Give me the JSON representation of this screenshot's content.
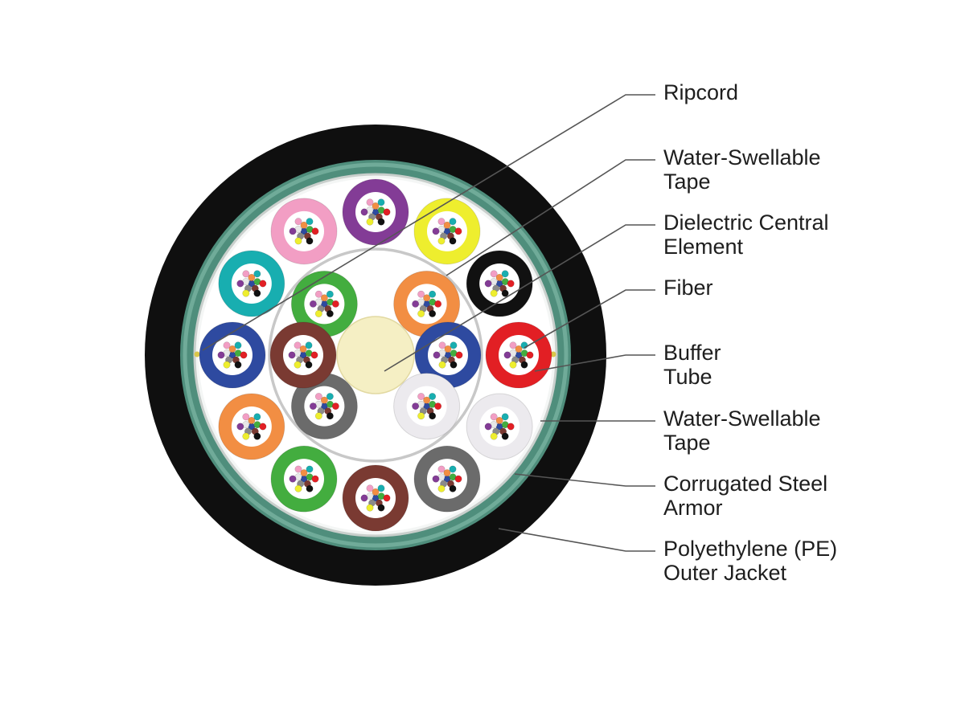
{
  "colors": {
    "outer_jacket": "#0f0f0f",
    "armor": "#4f8e7c",
    "armor_light": "#8dc2b0",
    "core_fill": "#ffffff",
    "central_element": "#f5efc4",
    "leader_line": "#555555",
    "label_text": "#1e1e1e"
  },
  "labels": [
    {
      "id": "ripcord",
      "lines": [
        "Ripcord"
      ]
    },
    {
      "id": "water-tape-inner",
      "lines": [
        "Water-Swellable",
        "Tape"
      ]
    },
    {
      "id": "central-element",
      "lines": [
        "Dielectric Central",
        "Element"
      ]
    },
    {
      "id": "fiber",
      "lines": [
        "Fiber"
      ]
    },
    {
      "id": "buffer-tube",
      "lines": [
        "Buffer",
        "Tube"
      ]
    },
    {
      "id": "water-tape-outer",
      "lines": [
        "Water-Swellable",
        "Tape"
      ]
    },
    {
      "id": "armor",
      "lines": [
        "Corrugated Steel",
        "Armor"
      ]
    },
    {
      "id": "outer-jacket",
      "lines": [
        "Polyethylene (PE)",
        "Outer Jacket"
      ]
    }
  ],
  "tubes": {
    "inner": [
      {
        "color": "#43ad3f"
      },
      {
        "color": "#f28e43"
      },
      {
        "color": "#2e4aa0"
      },
      {
        "color": "#eceaee"
      },
      {
        "color": "#6b6b6b"
      },
      {
        "color": "#7a3a32"
      }
    ],
    "outer": [
      {
        "color": "#833c96"
      },
      {
        "color": "#eeee2e"
      },
      {
        "color": "#111111"
      },
      {
        "color": "#e21f24"
      },
      {
        "color": "#eceaee"
      },
      {
        "color": "#6b6b6b"
      },
      {
        "color": "#7a3a32"
      },
      {
        "color": "#43ad3f"
      },
      {
        "color": "#f28e43"
      },
      {
        "color": "#2e4aa0"
      },
      {
        "color": "#18aeb0"
      },
      {
        "color": "#f29ec4"
      }
    ]
  },
  "fiber_colors": [
    "#2e4aa0",
    "#f28e43",
    "#43ad3f",
    "#7a3a32",
    "#8a8a8a",
    "#e8e8e8",
    "#e21f24",
    "#111111",
    "#eeee2e",
    "#833c96",
    "#f29ec4",
    "#18aeb0"
  ]
}
